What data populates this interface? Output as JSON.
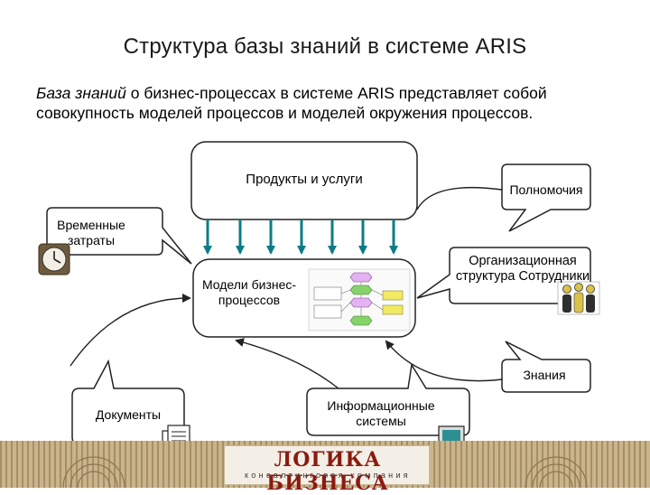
{
  "title": "Структура базы знаний в системе ARIS",
  "intro": {
    "emphasis": "База знаний",
    "line1_rest": " о бизнес-процессах в системе ARIS представляет собой",
    "line2": "совокупность моделей процессов и моделей окружения процессов."
  },
  "nodes": {
    "products": "Продукты и услуги",
    "authority": "Полномочия",
    "time": "Временные затраты",
    "models": "Модели бизнес-процессов",
    "org": "Организационная структура Сотрудники",
    "knowledge": "Знания",
    "documents": "Документы",
    "infosys": "Информационные системы"
  },
  "logo": {
    "main": "ЛОГИКА БИЗНЕСА",
    "sub": "консалтинговая компания"
  },
  "colors": {
    "arrow": "#0d7b86",
    "outline": "#222222",
    "logo_red": "#8b1a10",
    "footer_band": "#c8b48d"
  }
}
